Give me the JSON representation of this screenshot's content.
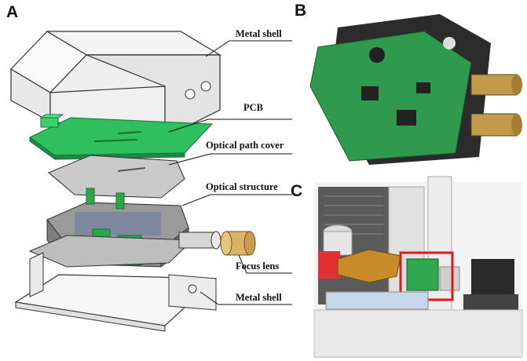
{
  "panels": {
    "a": "A",
    "b": "B",
    "c": "C"
  },
  "labels": {
    "metal_shell_top": "Metal shell",
    "pcb": "PCB",
    "optical_path_cover": "Optical path cover",
    "optical_structure": "Optical structure",
    "focus_lens": "Focus lens",
    "metal_shell_bottom": "Metal shell"
  },
  "colors": {
    "pcb_green": "#2fbf5f",
    "bracket_green": "#2aa84a",
    "lens_gold": "#d9b36a",
    "highlight_red": "#e01818",
    "shell_gray": "#f2f2f2"
  }
}
